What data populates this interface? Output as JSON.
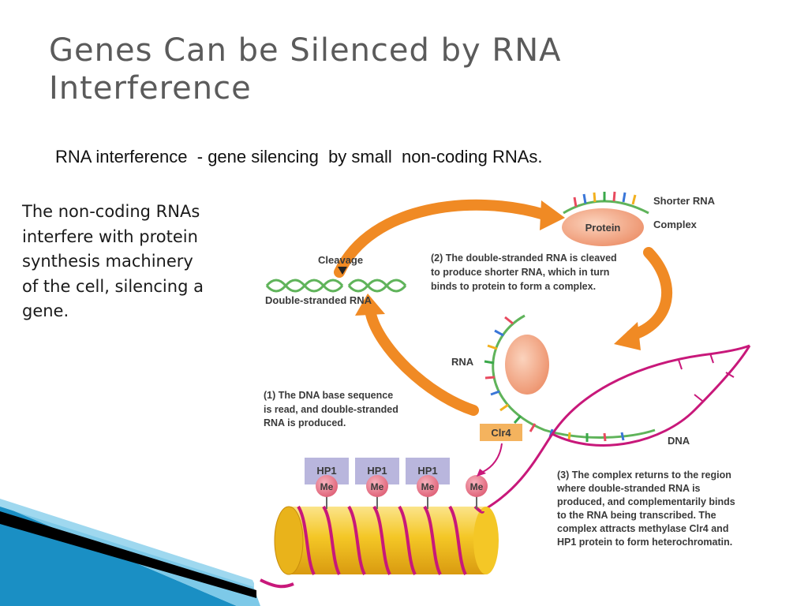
{
  "slide": {
    "title": "Genes Can be Silenced by RNA Interference",
    "subtitle": "RNA interference  - gene silencing  by small  non-coding RNAs.",
    "body": "The non-coding RNAs interfere with protein synthesis machinery of the cell, silencing a gene."
  },
  "diagram": {
    "labels": {
      "shorter_rna": "Shorter RNA",
      "complex": "Complex",
      "protein": "Protein",
      "cleavage": "Cleavage",
      "double_stranded_rna": "Double-stranded RNA",
      "rna": "RNA",
      "dna": "DNA",
      "clr4": "Clr4",
      "hp1": "HP1",
      "me": "Me"
    },
    "steps": {
      "step2": [
        "(2) The double-stranded RNA is cleaved",
        "to produce shorter RNA, which in turn",
        "binds to protein to form a complex."
      ],
      "step1": [
        "(1) The DNA base sequence",
        "is read, and double-stranded",
        "RNA is produced."
      ],
      "step3": [
        "(3) The complex returns to the region",
        " where double-stranded RNA is",
        "produced, and complementarily binds",
        "to the RNA being transcribed. The",
        "complex attracts methylase Clr4 and",
        "HP1 protein to form heterochromatin."
      ]
    }
  },
  "colors": {
    "title": "#5b5b5b",
    "arrow_orange": "#f08a24",
    "rna_green": "#5fb35a",
    "dna_magenta": "#c8187a",
    "chromatin_yellow": "#f4c726",
    "hp1_purple": "#b9b6dd",
    "me_pink": "#e8788a",
    "clr4_orange": "#f4b35e",
    "protein_salmon": "#f2a07e",
    "stripe_blue": "#1a8fc4"
  }
}
